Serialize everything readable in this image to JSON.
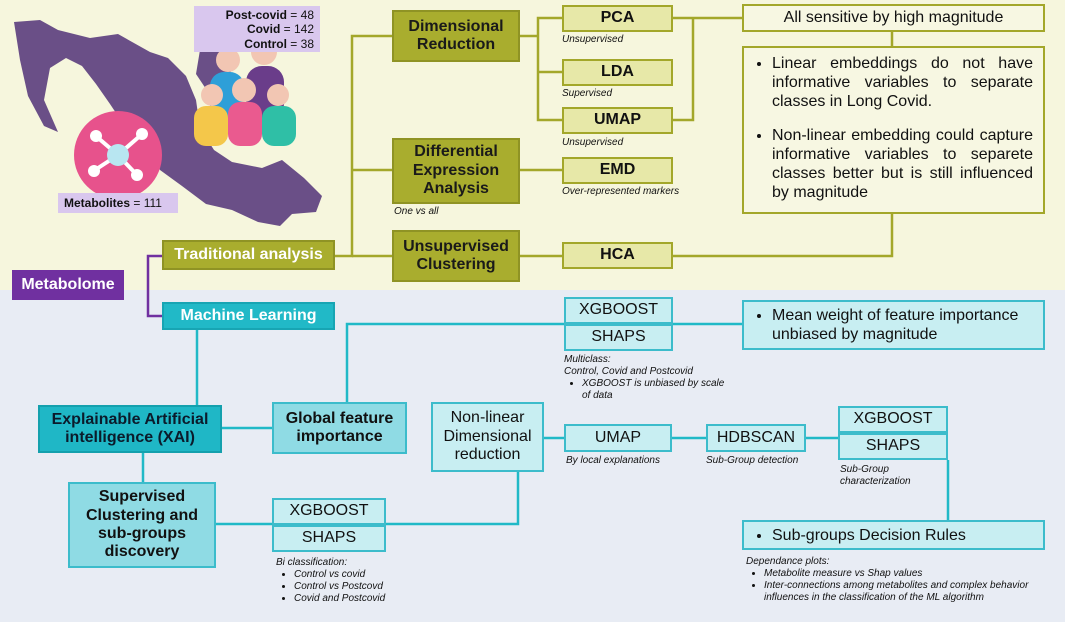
{
  "cohort": {
    "lines": [
      {
        "label": "Post-covid",
        "value": "48"
      },
      {
        "label": "Covid",
        "value": "142"
      },
      {
        "label": "Control",
        "value": "38"
      }
    ],
    "metabolites_label": "Metabolites",
    "metabolites_value": "111"
  },
  "root": "Metabolome",
  "traditional": {
    "title": "Traditional analysis",
    "dimred": "Dimensional Reduction",
    "dea": "Differential Expression Analysis",
    "dea_note": "One vs all",
    "clustering": "Unsupervised Clustering",
    "pca": "PCA",
    "pca_note": "Unsupervised",
    "lda": "LDA",
    "lda_note": "Supervised",
    "umap": "UMAP",
    "umap_note": "Unsupervised",
    "emd": "EMD",
    "emd_note": "Over-represented markers",
    "hca": "HCA",
    "sensitive": "All sensitive by high magnitude",
    "findings": [
      "Linear embeddings do not have informative variables to separate classes in Long Covid.",
      "Non-linear embedding could capture informative variables to separete classes better but is still influenced by magnitude"
    ]
  },
  "ml": {
    "title": "Machine Learning",
    "xai": "Explainable Artificial intelligence (XAI)",
    "global": "Global feature importance",
    "supervised": "Supervised Clustering and sub-groups discovery",
    "xgboost": "XGBOOST",
    "shaps": "SHAPS",
    "global_result": "Mean weight of feature importance unbiased by magnitude",
    "multiclass_note": {
      "title": "Multiclass:",
      "line": "Control, Covid and Postcovid",
      "items": [
        "XGBOOST is unbiased by scale of data"
      ]
    },
    "nonlinear": "Non-linear Dimensional reduction",
    "umap": "UMAP",
    "umap_note": "By local explanations",
    "hdbscan": "HDBSCAN",
    "hdbscan_note": "Sub-Group detection",
    "subgroup_note": "Sub-Group characterization",
    "rules": "Sub-groups Decision Rules",
    "bi_note": {
      "title": "Bi classification:",
      "items": [
        "Control vs covid",
        "Control vs Postcovd",
        "Covid and Postcovid"
      ]
    },
    "dep_note": {
      "title": "Dependance plots:",
      "items": [
        "Metabolite measure vs Shap values",
        "Inter-connections among metabolites and complex behavior influences in the classification of the ML algorithm"
      ]
    }
  },
  "colors": {
    "olive": "#a9ad2e",
    "teal": "#21b9c7",
    "purple": "#7030a0",
    "map": "#6a4f87"
  }
}
